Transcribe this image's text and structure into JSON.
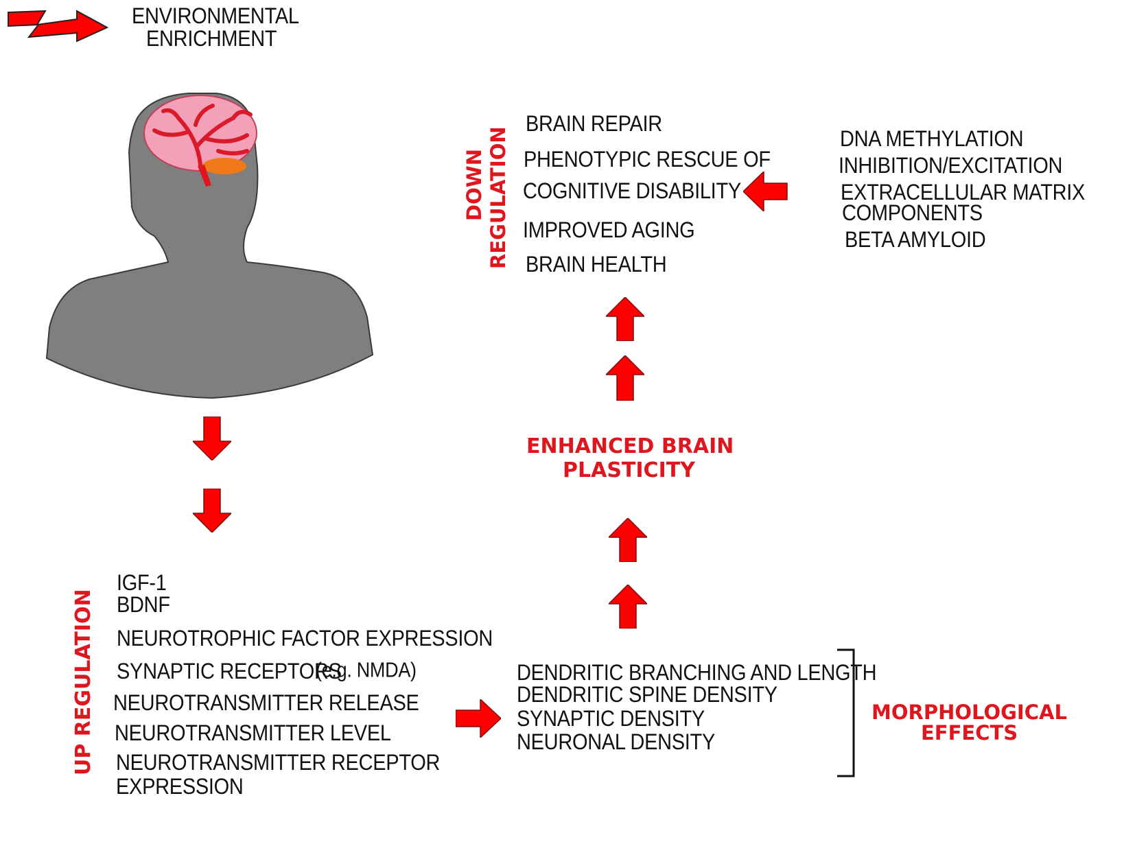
{
  "legend": {
    "label_line1": "ENVIRONMENTAL",
    "label_line2": "ENRICHMENT",
    "icon": "lightning-arrow-icon"
  },
  "figure": {
    "icon": "human-head-with-brain"
  },
  "down_regulation": {
    "label_line1": "DOWN",
    "label_line2": "REGULATION"
  },
  "outcomes": [
    "BRAIN REPAIR",
    "PHENOTYPIC RESCUE OF",
    "COGNITIVE DISABILITY",
    "IMPROVED AGING",
    "BRAIN HEALTH"
  ],
  "downregulated_factors": [
    "DNA METHYLATION",
    "INHIBITION/EXCITATION",
    "EXTRACELLULAR MATRIX",
    "COMPONENTS",
    "BETA   AMYLOID"
  ],
  "plasticity": {
    "line1": "ENHANCED BRAIN",
    "line2": "PLASTICITY"
  },
  "up_regulation": {
    "label": "UP REGULATION"
  },
  "upregulated_factors": [
    "IGF-1",
    "BDNF",
    "NEUROTROPHIC FACTOR EXPRESSION",
    "SYNAPTIC RECEPTORS",
    "(e.g. NMDA)",
    "NEUROTRANSMITTER RELEASE",
    "NEUROTRANSMITTER    LEVEL",
    "NEUROTRANSMITTER RECEPTOR",
    "EXPRESSION"
  ],
  "morphological": {
    "items": [
      "DENDRITIC BRANCHING AND LENGTH",
      "DENDRITIC SPINE DENSITY",
      "SYNAPTIC DENSITY",
      "NEURONAL DENSITY"
    ],
    "label_line1": "MORPHOLOGICAL",
    "label_line2": "EFFECTS"
  },
  "colors": {
    "accent_red": "#e0161e",
    "arrow_red": "#ff0000",
    "silhouette_gray": "#7f7f7f",
    "brain_pink": "#f4a0b8",
    "cerebellum_orange": "#f07a1a"
  }
}
